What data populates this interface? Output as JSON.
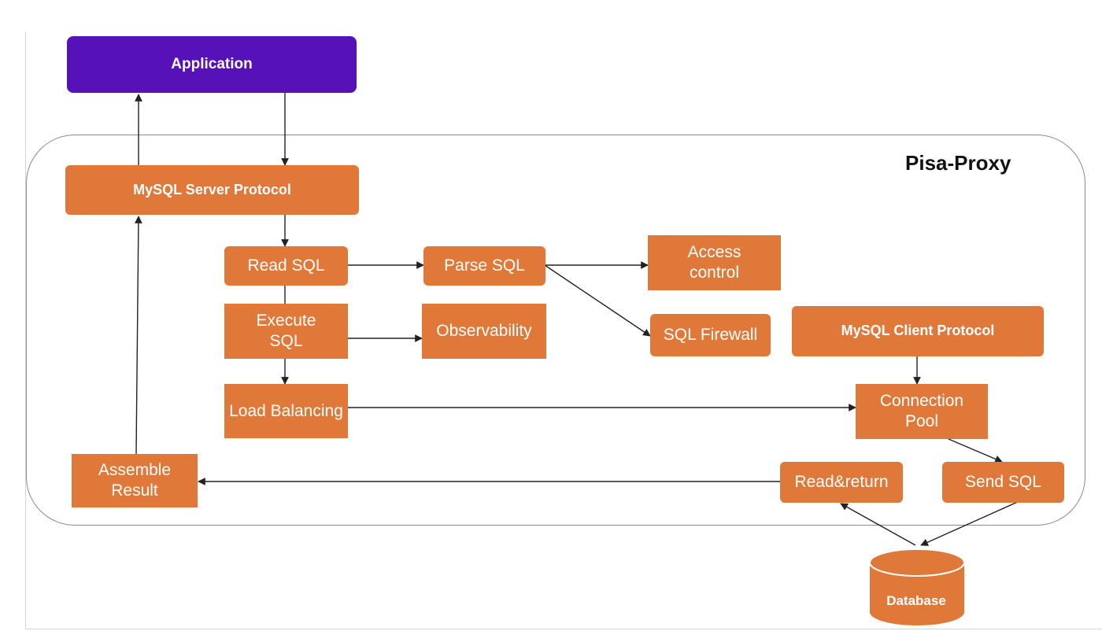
{
  "nodes": {
    "application": "Application",
    "mysql_server_protocol": "MySQL Server Protocol",
    "read_sql": "Read SQL",
    "parse_sql": "Parse SQL",
    "access_control": "Access control",
    "execute_sql": "Execute SQL",
    "observability": "Observability",
    "sql_firewall": "SQL Firewall",
    "mysql_client_protocol": "MySQL Client Protocol",
    "load_balancing": "Load Balancing",
    "connection_pool": "Connection Pool",
    "assemble_result": "Assemble Result",
    "read_return": "Read&return",
    "send_sql": "Send SQL",
    "database": "Database"
  },
  "group": {
    "title": "Pisa-Proxy"
  },
  "colors": {
    "primary": "#5612b8",
    "node": "#e07839",
    "line": "#222222"
  }
}
